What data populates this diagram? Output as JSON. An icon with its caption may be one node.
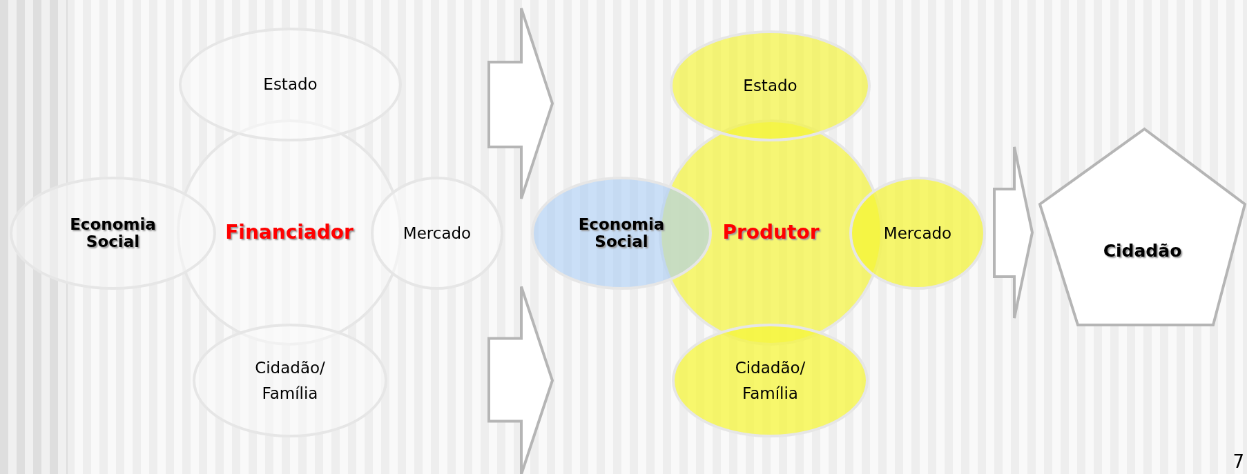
{
  "diagram": {
    "nodes": [
      {
        "text": [
          "Estado"
        ]
      },
      {
        "text": [
          "Financiador"
        ]
      },
      {
        "text": [
          "Economia Social"
        ]
      },
      {
        "text": [
          "Mercado"
        ]
      },
      {
        "text": [
          "Cidadão/ Família"
        ]
      },
      {
        "text": [
          "Estado"
        ]
      },
      {
        "text": [
          "Produtor"
        ]
      },
      {
        "text": [
          "Economia Social"
        ]
      },
      {
        "text": [
          "Mercado"
        ]
      },
      {
        "text": [
          "Cidadão/ Família"
        ]
      },
      {
        "text": [
          "Cidadão"
        ]
      }
    ],
    "edges": [
      {
        "from": 0,
        "to": 5,
        "arrow": "to"
      },
      {
        "from": 4,
        "to": 9,
        "arrow": "to"
      },
      {
        "from": 8,
        "to": 10,
        "arrow": "to"
      }
    ],
    "labels": [
      "7"
    ]
  }
}
